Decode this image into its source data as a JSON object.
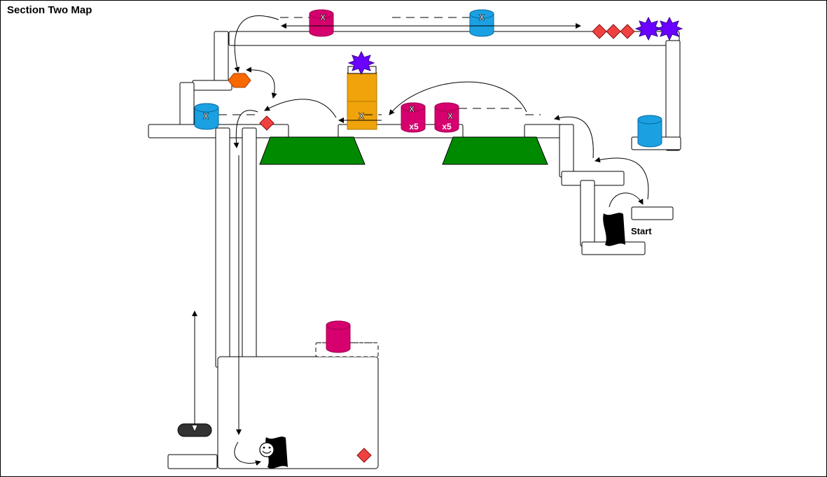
{
  "title": "Section Two Map",
  "labels": {
    "start": "Start",
    "cylinder_mark": "X",
    "count_a": "x5",
    "count_b": "x5"
  },
  "colors": {
    "magenta": "#d6006e",
    "blue": "#1ba1e2",
    "orange_box": "#f0a30a",
    "orange_hex": "#fa6800",
    "purple": "#6a00ff",
    "red_diamond": "#f04141",
    "green": "#008a00",
    "dark": "#333333"
  },
  "icons": {
    "star": "star-icon",
    "diamond": "diamond-icon",
    "hexagon": "hexagon-icon",
    "smiley": "smiley-icon",
    "flag": "flag-icon"
  }
}
